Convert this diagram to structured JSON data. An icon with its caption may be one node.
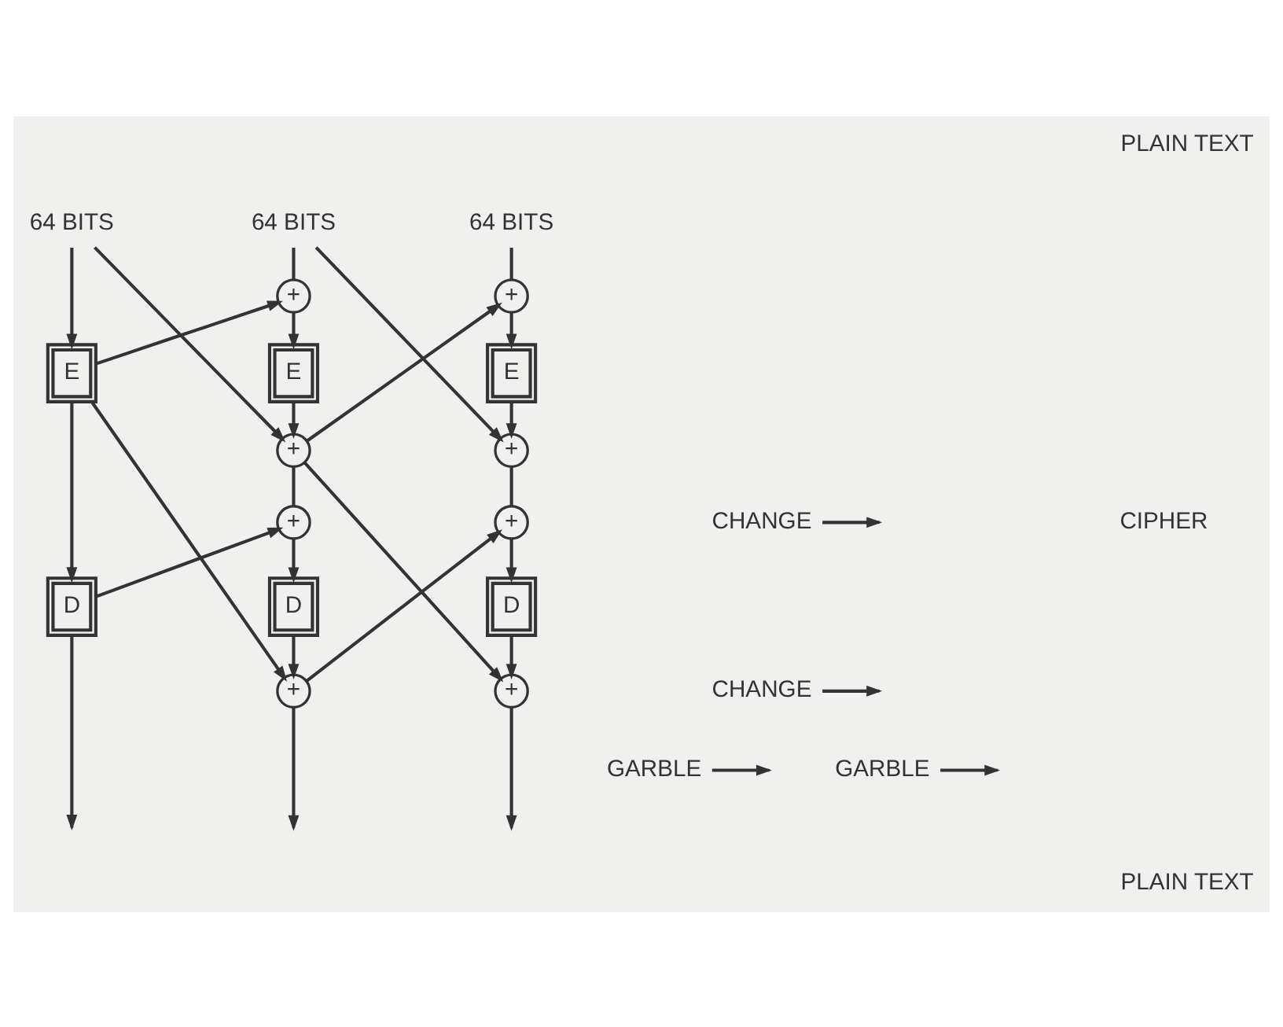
{
  "diagram": {
    "nodes": [
      {
        "text": [
          "64 BITS"
        ]
      },
      {
        "text": [
          "64 BITS"
        ]
      },
      {
        "text": [
          "64 BITS"
        ]
      },
      {
        "text": [
          "E"
        ]
      },
      {
        "text": [
          "+"
        ]
      },
      {
        "text": [
          "+"
        ]
      },
      {
        "text": [
          "E"
        ]
      },
      {
        "text": [
          "E"
        ]
      },
      {
        "text": [
          "+"
        ]
      },
      {
        "text": [
          "+"
        ]
      },
      {
        "text": [
          "+"
        ]
      },
      {
        "text": [
          "+"
        ]
      },
      {
        "text": [
          "D"
        ]
      },
      {
        "text": [
          "D"
        ]
      },
      {
        "text": [
          "D"
        ]
      },
      {
        "text": [
          "+"
        ]
      },
      {
        "text": [
          "+"
        ]
      },
      {
        "text": [
          "CHANGE"
        ]
      },
      {
        "text": [
          "CHANGE"
        ]
      },
      {
        "text": [
          "GARBLE"
        ]
      },
      {
        "text": [
          "GARBLE"
        ]
      }
    ],
    "edges": [
      {
        "from": 0,
        "to": 3,
        "arrow": "to"
      },
      {
        "from": 0,
        "to": 8,
        "arrow": "to"
      },
      {
        "from": 1,
        "to": 4,
        "arrow": "none"
      },
      {
        "from": 1,
        "to": 9,
        "arrow": "to"
      },
      {
        "from": 2,
        "to": 5,
        "arrow": "none"
      },
      {
        "from": 3,
        "to": 4,
        "arrow": "to"
      },
      {
        "from": 3,
        "to": 12,
        "arrow": "to"
      },
      {
        "from": 3,
        "to": 15,
        "arrow": "to"
      },
      {
        "from": 4,
        "to": 6,
        "arrow": "to"
      },
      {
        "from": 5,
        "to": 7,
        "arrow": "to"
      },
      {
        "from": 6,
        "to": 8,
        "arrow": "to"
      },
      {
        "from": 7,
        "to": 9,
        "arrow": "to"
      },
      {
        "from": 8,
        "to": 5,
        "arrow": "to"
      },
      {
        "from": 8,
        "to": 10,
        "arrow": "none"
      },
      {
        "from": 8,
        "to": 16,
        "arrow": "to"
      },
      {
        "from": 9,
        "to": 11,
        "arrow": "none"
      },
      {
        "from": 12,
        "to": 10,
        "arrow": "to"
      },
      {
        "from": 12,
        "to": null,
        "arrow": "to"
      },
      {
        "from": 10,
        "to": 13,
        "arrow": "to"
      },
      {
        "from": 11,
        "to": 14,
        "arrow": "to"
      },
      {
        "from": 13,
        "to": 15,
        "arrow": "to"
      },
      {
        "from": 14,
        "to": 16,
        "arrow": "to"
      },
      {
        "from": 15,
        "to": 11,
        "arrow": "to"
      },
      {
        "from": 15,
        "to": null,
        "arrow": "to"
      },
      {
        "from": 16,
        "to": null,
        "arrow": "to"
      },
      {
        "from": 17,
        "to": null,
        "arrow": "to"
      },
      {
        "from": 18,
        "to": null,
        "arrow": "to"
      },
      {
        "from": 19,
        "to": null,
        "arrow": "to"
      },
      {
        "from": 20,
        "to": null,
        "arrow": "to"
      }
    ],
    "labels": [
      "PLAIN TEXT",
      "CIPHER",
      "PLAIN TEXT"
    ]
  }
}
